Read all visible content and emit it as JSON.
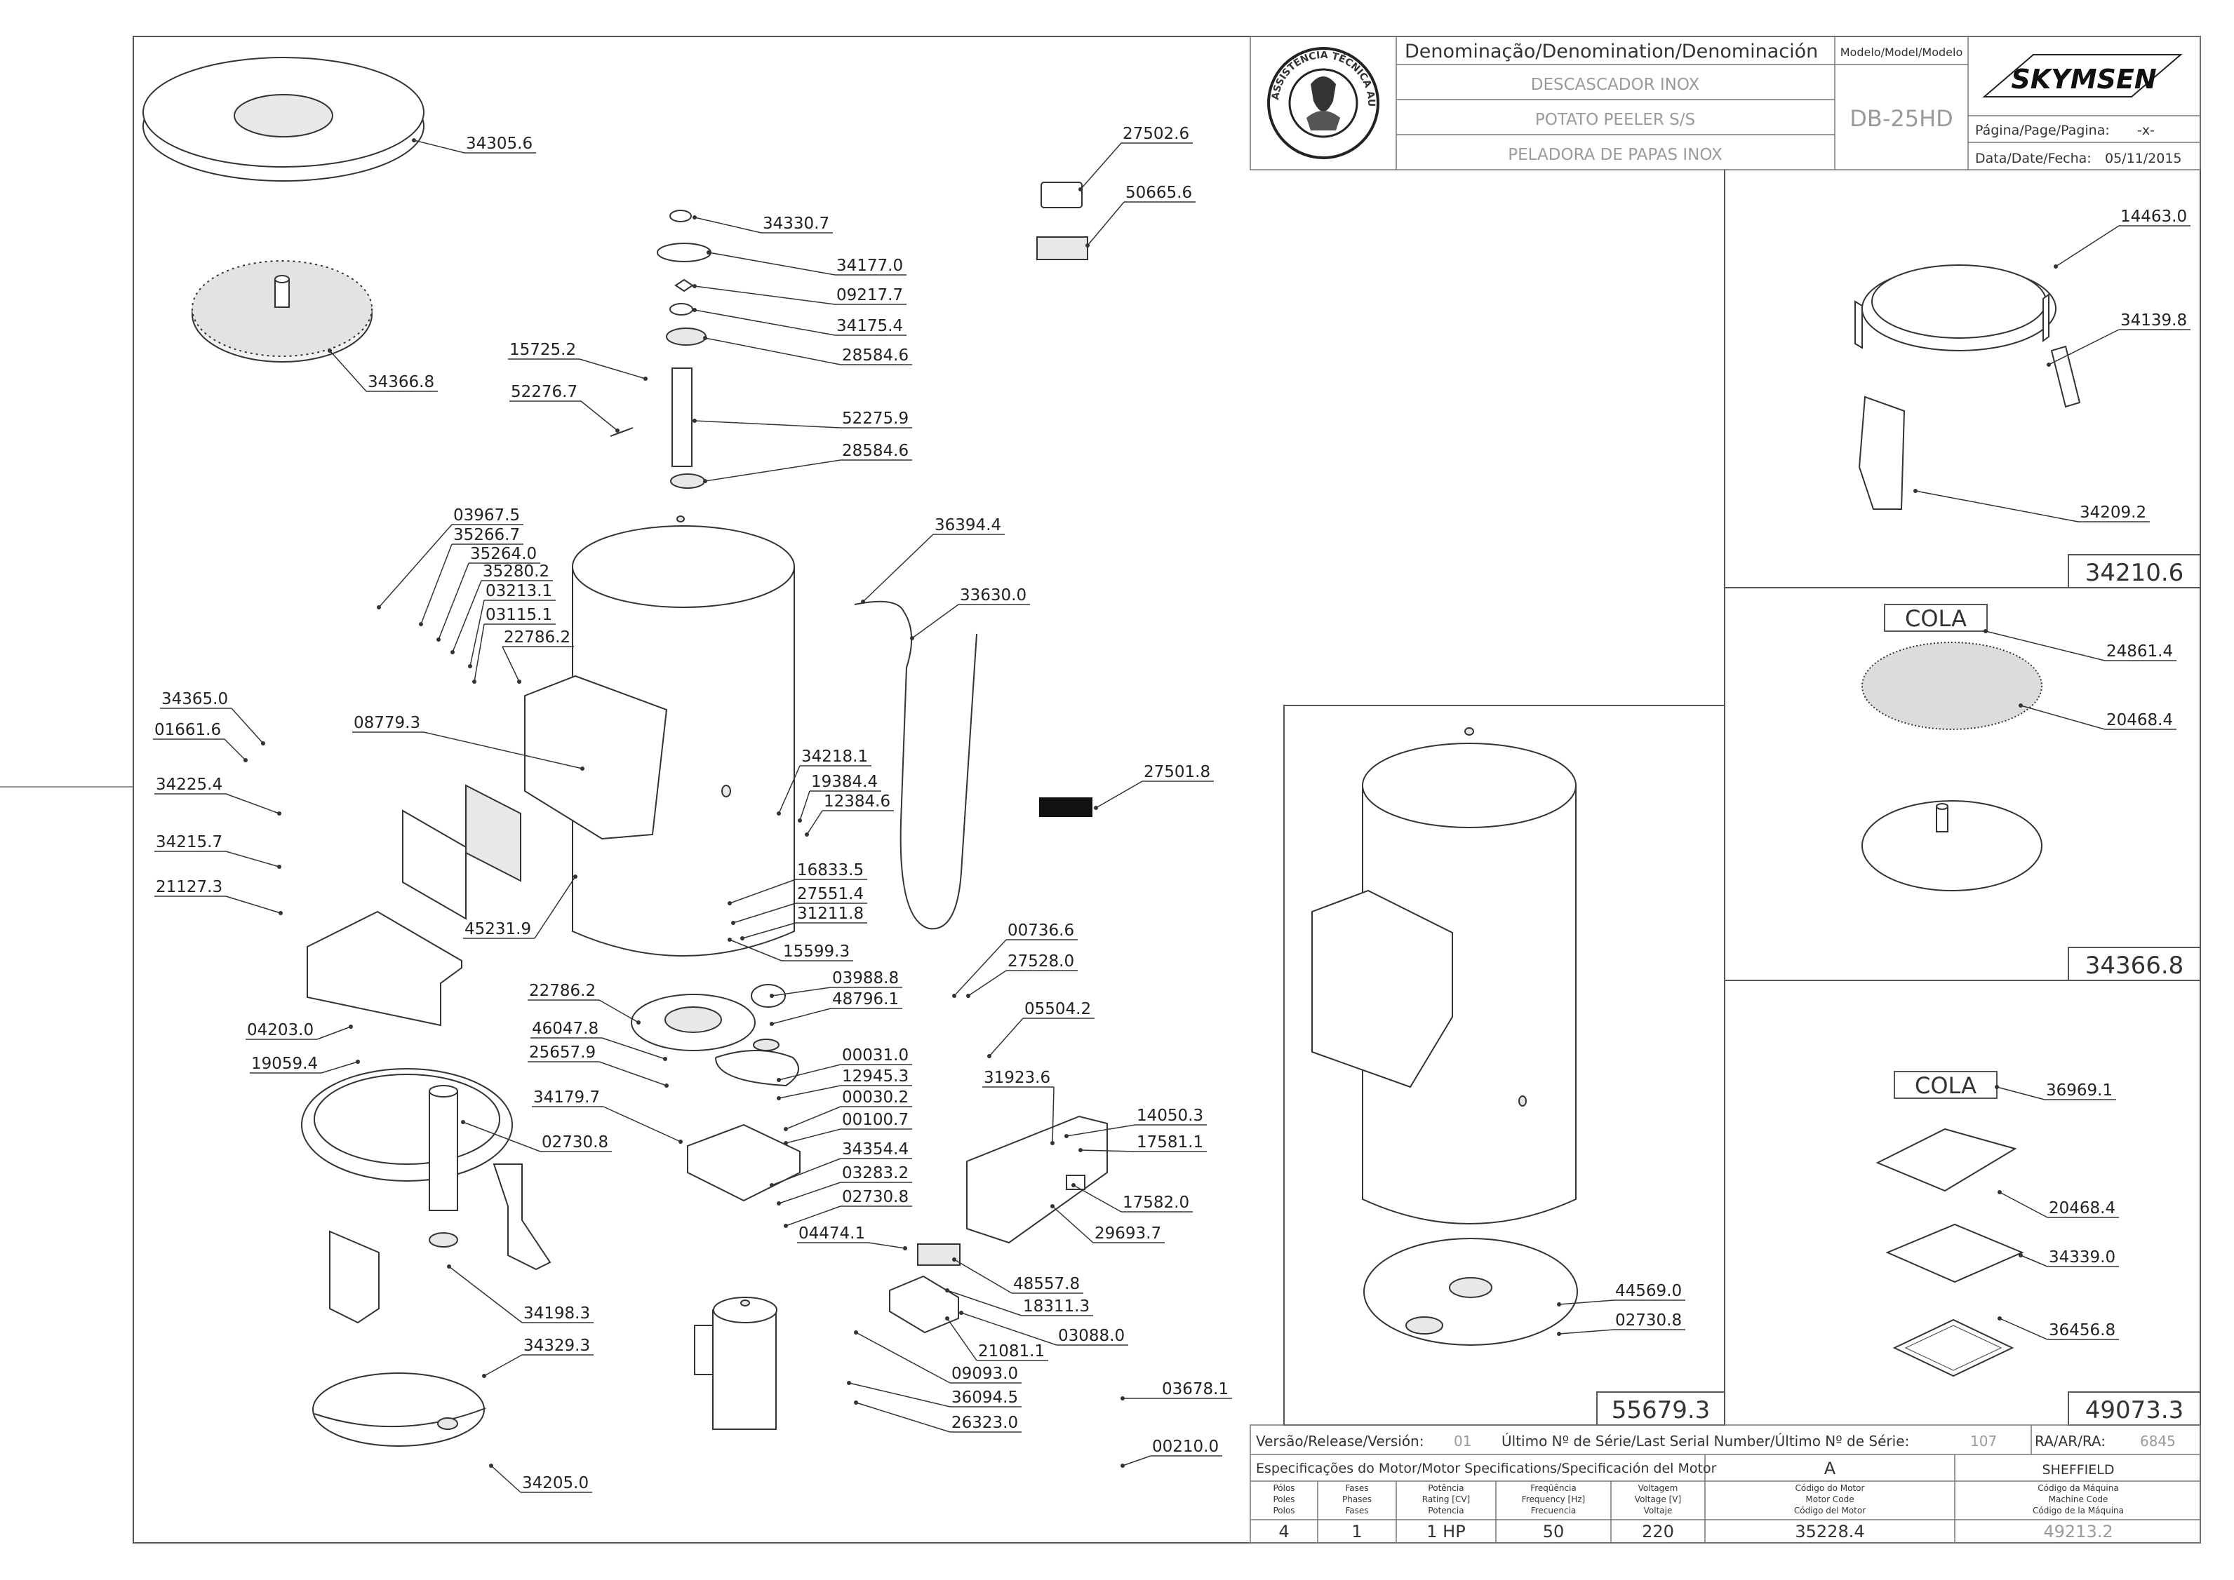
{
  "title_block": {
    "denomination_label": "Denominação/Denomination/Denominación",
    "model_label": "Modelo/Model/Modelo",
    "name_pt": "DESCASCADOR INOX",
    "name_en": "POTATO PEELER S/S",
    "name_es": "PELADORA DE PAPAS INOX",
    "model": "DB-25HD",
    "brand": "SKYMSEN",
    "page_label": "Página/Page/Pagina:",
    "page_value": "-x-",
    "date_label": "Data/Date/Fecha:",
    "date_value": "05/11/2015",
    "seal_text": "ASSISTÊNCIA TÉCNICA AUTORIZADA"
  },
  "release_row": {
    "release_label": "Versão/Release/Versión:",
    "release_value": "01",
    "serial_label": "Último Nº de Série/Last Serial Number/Último Nº de Série:",
    "serial_value": "107",
    "ra_label": "RA/AR/RA:",
    "ra_value": "6845"
  },
  "motor_specs": {
    "heading": "Especificações do Motor/Motor Specifications/Specificación del Motor",
    "variant": "A",
    "brand_name": "SHEFFIELD",
    "col_poles": [
      "Pólos",
      "Poles",
      "Polos"
    ],
    "col_phases": [
      "Fases",
      "Phases",
      "Fases"
    ],
    "col_power": [
      "Potência",
      "Rating [CV]",
      "Potencia"
    ],
    "col_frequency": [
      "Freqüência",
      "Frequency [Hz]",
      "Frecuencia"
    ],
    "col_voltage": [
      "Voltagem",
      "Voltage [V]",
      "Voltaje"
    ],
    "col_motor_code": [
      "Código do Motor",
      "Motor Code",
      "Código del Motor"
    ],
    "col_machine_code": [
      "Código da Máquina",
      "Machine Code",
      "Código de la Máquina"
    ],
    "poles": "4",
    "phases": "1",
    "power": "1 HP",
    "frequency": "50",
    "voltage": "220",
    "motor_code": "35228.4",
    "machine_code": "49213.2"
  },
  "sub_panels": {
    "panel_base_id": "34210.6",
    "panel_disc_id": "34366.8",
    "panel_pad_id": "49073.3",
    "panel_drum_id": "55679.3",
    "cola_1": "COLA",
    "cola_2": "COLA"
  },
  "part_labels": [
    "34305.6",
    "34366.8",
    "34330.7",
    "34177.0",
    "09217.7",
    "34175.4",
    "28584.6",
    "15725.2",
    "52276.7",
    "52275.9",
    "28584.6",
    "27502.6",
    "50665.6",
    "36394.4",
    "33630.0",
    "03967.5",
    "35266.7",
    "35264.0",
    "35280.2",
    "03213.1",
    "03115.1",
    "22786.2",
    "34365.0",
    "01661.6",
    "08779.3",
    "34218.1",
    "19384.4",
    "12384.6",
    "27501.8",
    "34225.4",
    "34215.7",
    "21127.3",
    "16833.5",
    "27551.4",
    "31211.8",
    "45231.9",
    "15599.3",
    "22786.2",
    "46047.8",
    "25657.9",
    "34179.7",
    "03988.8",
    "48796.1",
    "00031.0",
    "12945.3",
    "00030.2",
    "00100.7",
    "34354.4",
    "03283.2",
    "02730.8",
    "04474.1",
    "00736.6",
    "27528.0",
    "05504.2",
    "31923.6",
    "14050.3",
    "17581.1",
    "17582.0",
    "29693.7",
    "48557.8",
    "18311.3",
    "03088.0",
    "21081.1",
    "09093.0",
    "36094.5",
    "26323.0",
    "03678.1",
    "00210.0",
    "04203.0",
    "19059.4",
    "02730.8",
    "34198.3",
    "34329.3",
    "34205.0",
    "14463.0",
    "34139.8",
    "34209.2",
    "24861.4",
    "20468.4",
    "36969.1",
    "20468.4",
    "34339.0",
    "36456.8",
    "44569.0",
    "02730.8",
    "19059.4"
  ]
}
